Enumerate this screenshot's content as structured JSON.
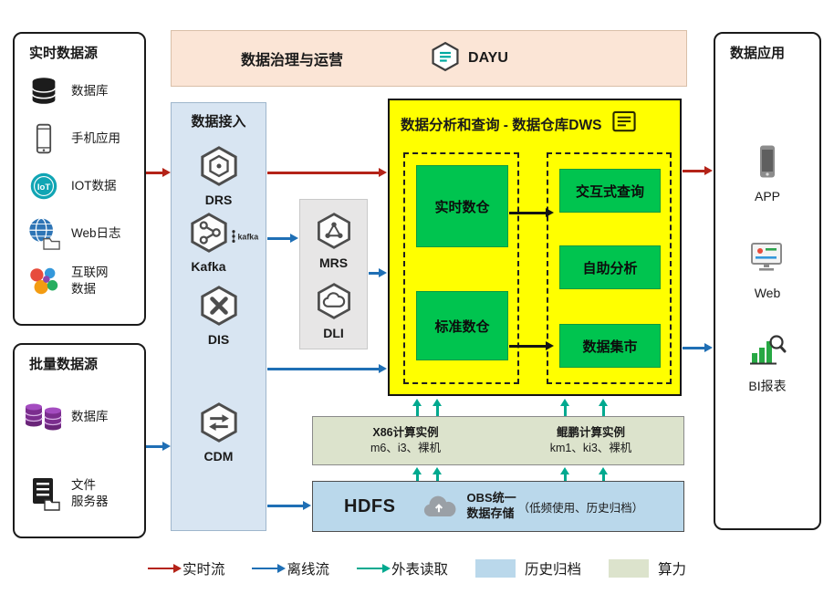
{
  "realtime_sources": {
    "title": "实时数据源",
    "items": [
      {
        "label": "数据库",
        "icon": "database-icon"
      },
      {
        "label": "手机应用",
        "icon": "mobile-app-icon"
      },
      {
        "label": "IOT数据",
        "icon": "iot-icon"
      },
      {
        "label": "Web日志",
        "icon": "web-log-icon"
      },
      {
        "label": "互联网\n数据",
        "icon": "internet-data-icon"
      }
    ]
  },
  "batch_sources": {
    "title": "批量数据源",
    "items": [
      {
        "label": "数据库",
        "icon": "database-purple-icon"
      },
      {
        "label": "文件\n服务器",
        "icon": "file-server-icon"
      }
    ]
  },
  "governance": {
    "title": "数据治理与运营",
    "product": "DAYU"
  },
  "ingestion": {
    "title": "数据接入",
    "items": [
      {
        "label": "DRS",
        "icon": "drs-icon"
      },
      {
        "label": "Kafka",
        "icon": "kafka-icon",
        "mark": "kafka"
      },
      {
        "label": "DIS",
        "icon": "dis-icon"
      },
      {
        "label": "CDM",
        "icon": "cdm-icon"
      }
    ]
  },
  "middleware": {
    "items": [
      {
        "label": "MRS",
        "icon": "mrs-icon"
      },
      {
        "label": "DLI",
        "icon": "dli-icon"
      }
    ]
  },
  "dws": {
    "title": "数据分析和查询 - 数据仓库DWS",
    "warehouses": [
      {
        "label": "实时数仓"
      },
      {
        "label": "标准数仓"
      }
    ],
    "services": [
      {
        "label": "交互式查询"
      },
      {
        "label": "自助分析"
      },
      {
        "label": "数据集市"
      }
    ]
  },
  "compute": {
    "x86": {
      "name": "X86计算实例",
      "specs": "m6、i3、裸机"
    },
    "kunpeng": {
      "name": "鲲鹏计算实例",
      "specs": "km1、ki3、裸机"
    }
  },
  "storage": {
    "hdfs": "HDFS",
    "obs": "OBS统一\n数据存储",
    "note": "（低频使用、历史归档）"
  },
  "applications": {
    "title": "数据应用",
    "items": [
      {
        "label": "APP",
        "icon": "app-icon"
      },
      {
        "label": "Web",
        "icon": "web-icon"
      },
      {
        "label": "BI报表",
        "icon": "bi-report-icon"
      }
    ]
  },
  "legend": {
    "items": [
      {
        "label": "实时流",
        "type": "arrow",
        "color": "#b42318"
      },
      {
        "label": "离线流",
        "type": "arrow",
        "color": "#1f6fb5"
      },
      {
        "label": "外表读取",
        "type": "arrow",
        "color": "#00a98f"
      },
      {
        "label": "历史归档",
        "type": "swatch",
        "color": "#bad8eb"
      },
      {
        "label": "算力",
        "type": "swatch",
        "color": "#dce3cc"
      }
    ]
  }
}
